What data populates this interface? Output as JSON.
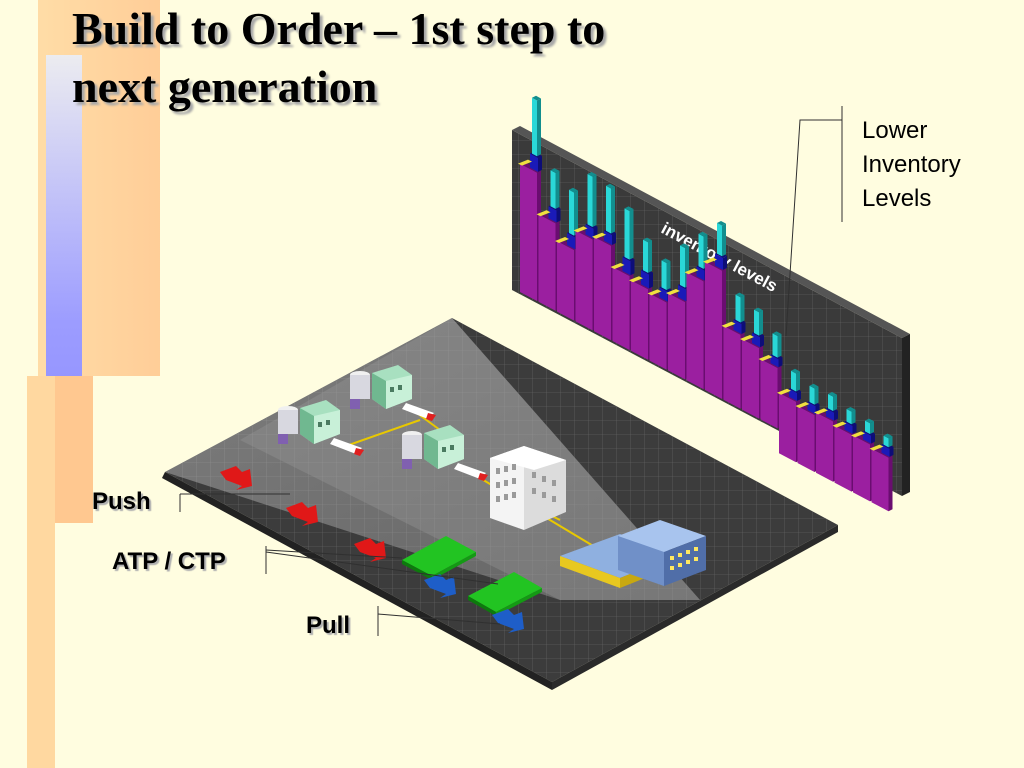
{
  "title": {
    "line1": "Build to Order – 1st step to",
    "line2": "next generation"
  },
  "labels": {
    "push": "Push",
    "atp_ctp": "ATP / CTP",
    "pull": "Pull"
  },
  "callout": {
    "line1": "Lower",
    "line2": "Inventory",
    "line3": "Levels"
  },
  "inventory_panel": {
    "caption": "inventory levels"
  },
  "colors": {
    "background": "#fffde0",
    "bar_magenta": "#9b1fa0",
    "bar_blue": "#1a1ab8",
    "bar_cyan": "#2ad8d8",
    "bar_yellow": "#f0e040",
    "push_arrow": "#e01818",
    "pull_arrow": "#1e5ec8",
    "atp_pad": "#22c422"
  }
}
